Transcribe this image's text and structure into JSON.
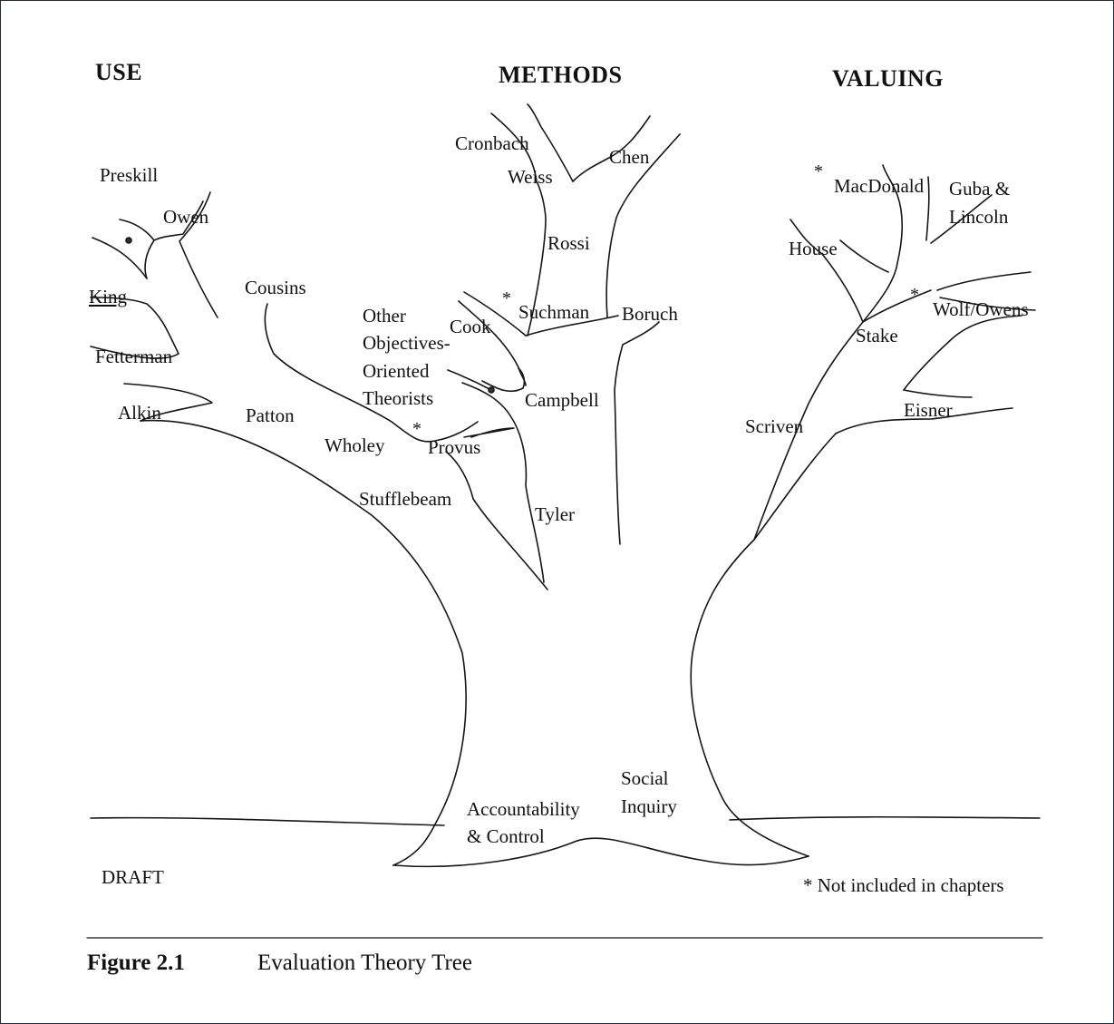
{
  "headings": {
    "use": "USE",
    "methods": "METHODS",
    "valuing": "VALUING"
  },
  "theorists": {
    "preskill": "Preskill",
    "owen": "Owen",
    "king": "King",
    "fetterman": "Fetterman",
    "alkin": "Alkin",
    "patton": "Patton",
    "cousins": "Cousins",
    "wholey": "Wholey",
    "provus": "Provus",
    "stufflebeam": "Stufflebeam",
    "other_line1": "Other",
    "other_line2": "Objectives-",
    "other_line3": "Oriented",
    "other_line4": "Theorists",
    "cook": "Cook",
    "cronbach": "Cronbach",
    "weiss": "Weiss",
    "chen": "Chen",
    "rossi": "Rossi",
    "suchman": "Suchman",
    "boruch": "Boruch",
    "campbell": "Campbell",
    "tyler": "Tyler",
    "macdonald": "MacDonald",
    "guba_line1": "Guba &",
    "guba_line2": "Lincoln",
    "house": "House",
    "wolf_owens": "Wolf/Owens",
    "stake": "Stake",
    "eisner": "Eisner",
    "scriven": "Scriven"
  },
  "roots": {
    "accountability_line1": "Accountability",
    "accountability_line2": "& Control",
    "social_line1": "Social",
    "social_line2": "Inquiry"
  },
  "star_symbol": "*",
  "draft": "DRAFT",
  "footnote": "* Not included in chapters",
  "caption": {
    "number": "Figure 2.1",
    "title": "Evaluation Theory Tree"
  }
}
